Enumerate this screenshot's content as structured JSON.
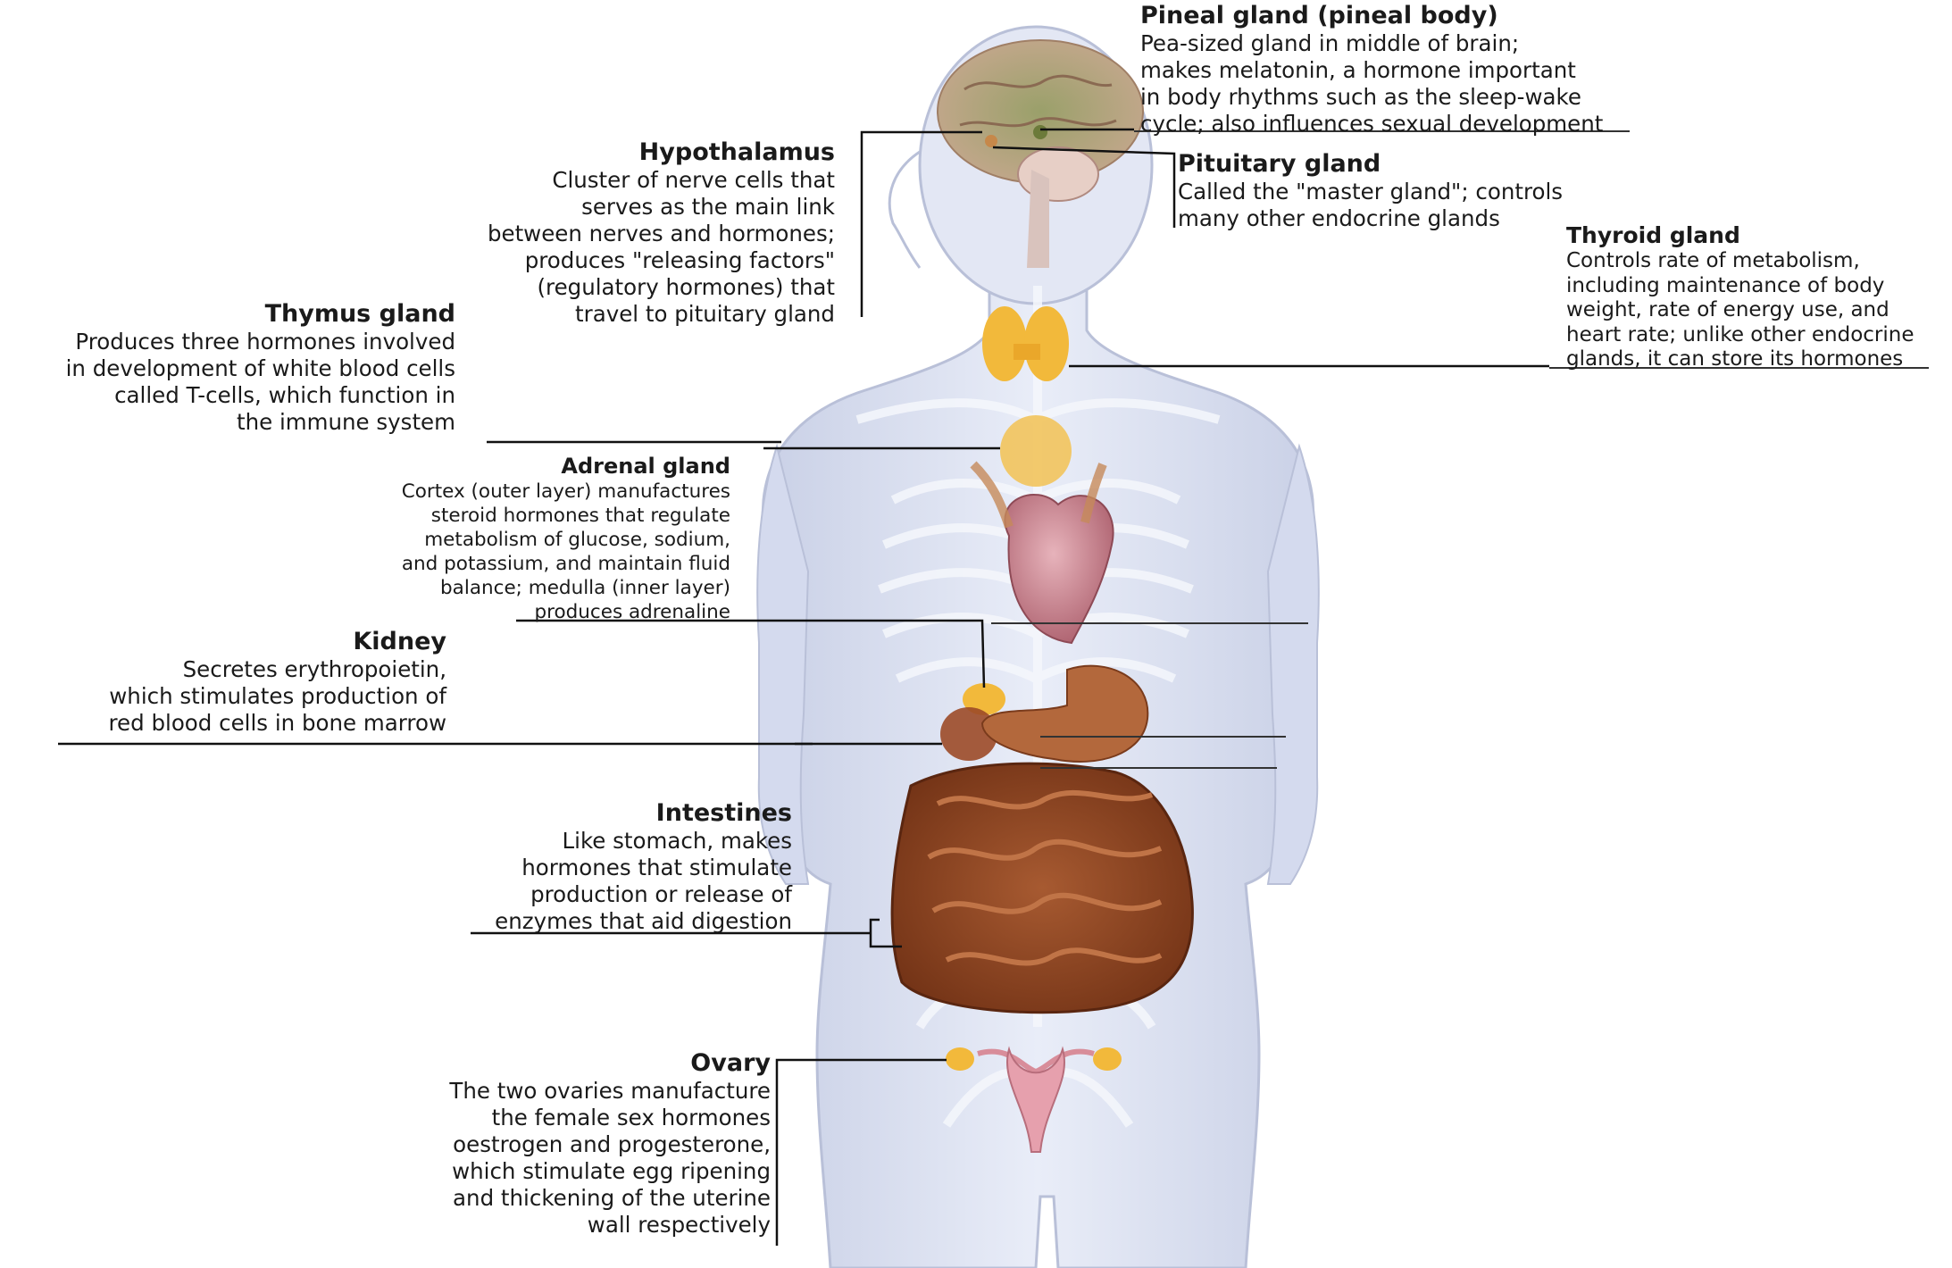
{
  "labels": {
    "pineal": {
      "name": "Pineal gland (pineal body)",
      "desc": "Pea-sized gland in middle of brain;\nmakes melatonin, a hormone important\nin body rhythms such as the sleep-wake\ncycle; also influences sexual development"
    },
    "hypothalamus": {
      "name": "Hypothalamus",
      "desc": "Cluster of nerve cells that\nserves as the main link\nbetween nerves and hormones;\nproduces \"releasing factors\"\n(regulatory hormones) that\ntravel to pituitary gland"
    },
    "pituitary": {
      "name": "Pituitary gland",
      "desc": "Called the \"master gland\"; controls\nmany other endocrine glands"
    },
    "thyroid": {
      "name": "Thyroid gland",
      "desc": "Controls rate of metabolism,\nincluding maintenance of body\nweight, rate of energy use, and\nheart rate; unlike other endocrine\nglands, it can store its hormones"
    },
    "thymus": {
      "name": "Thymus gland",
      "desc": "Produces three hormones involved\nin development of white blood cells\ncalled T-cells, which function in\nthe immune system"
    },
    "adrenal": {
      "name": "Adrenal gland",
      "desc": "Cortex (outer layer) manufactures\nsteroid hormones that regulate\nmetabolism of glucose, sodium,\nand potassium, and maintain fluid\nbalance; medulla (inner layer)\nproduces adrenaline"
    },
    "kidney": {
      "name": "Kidney",
      "desc": "Secretes erythropoietin,\nwhich stimulates production of\nred blood cells in bone marrow"
    },
    "intestines": {
      "name": "Intestines",
      "desc": "Like stomach, makes\nhormones that stimulate\nproduction or release of\nenzymes that aid digestion"
    },
    "ovary": {
      "name": "Ovary",
      "desc": "The two ovaries manufacture\nthe female sex hormones\noestrogen and progesterone,\nwhich stimulate egg ripening\nand thickening of the uterine\nwall respectively"
    }
  },
  "colors": {
    "body": "#dde3f2",
    "body_outline": "#b9c0d8",
    "bone": "#f2f4fb",
    "brain": "#c9a98f",
    "thyroid": "#f2b93b",
    "heart": "#c97f8a",
    "intestine": "#8a3e1c",
    "stomach": "#b3683c",
    "uterus": "#e6a0ad"
  }
}
